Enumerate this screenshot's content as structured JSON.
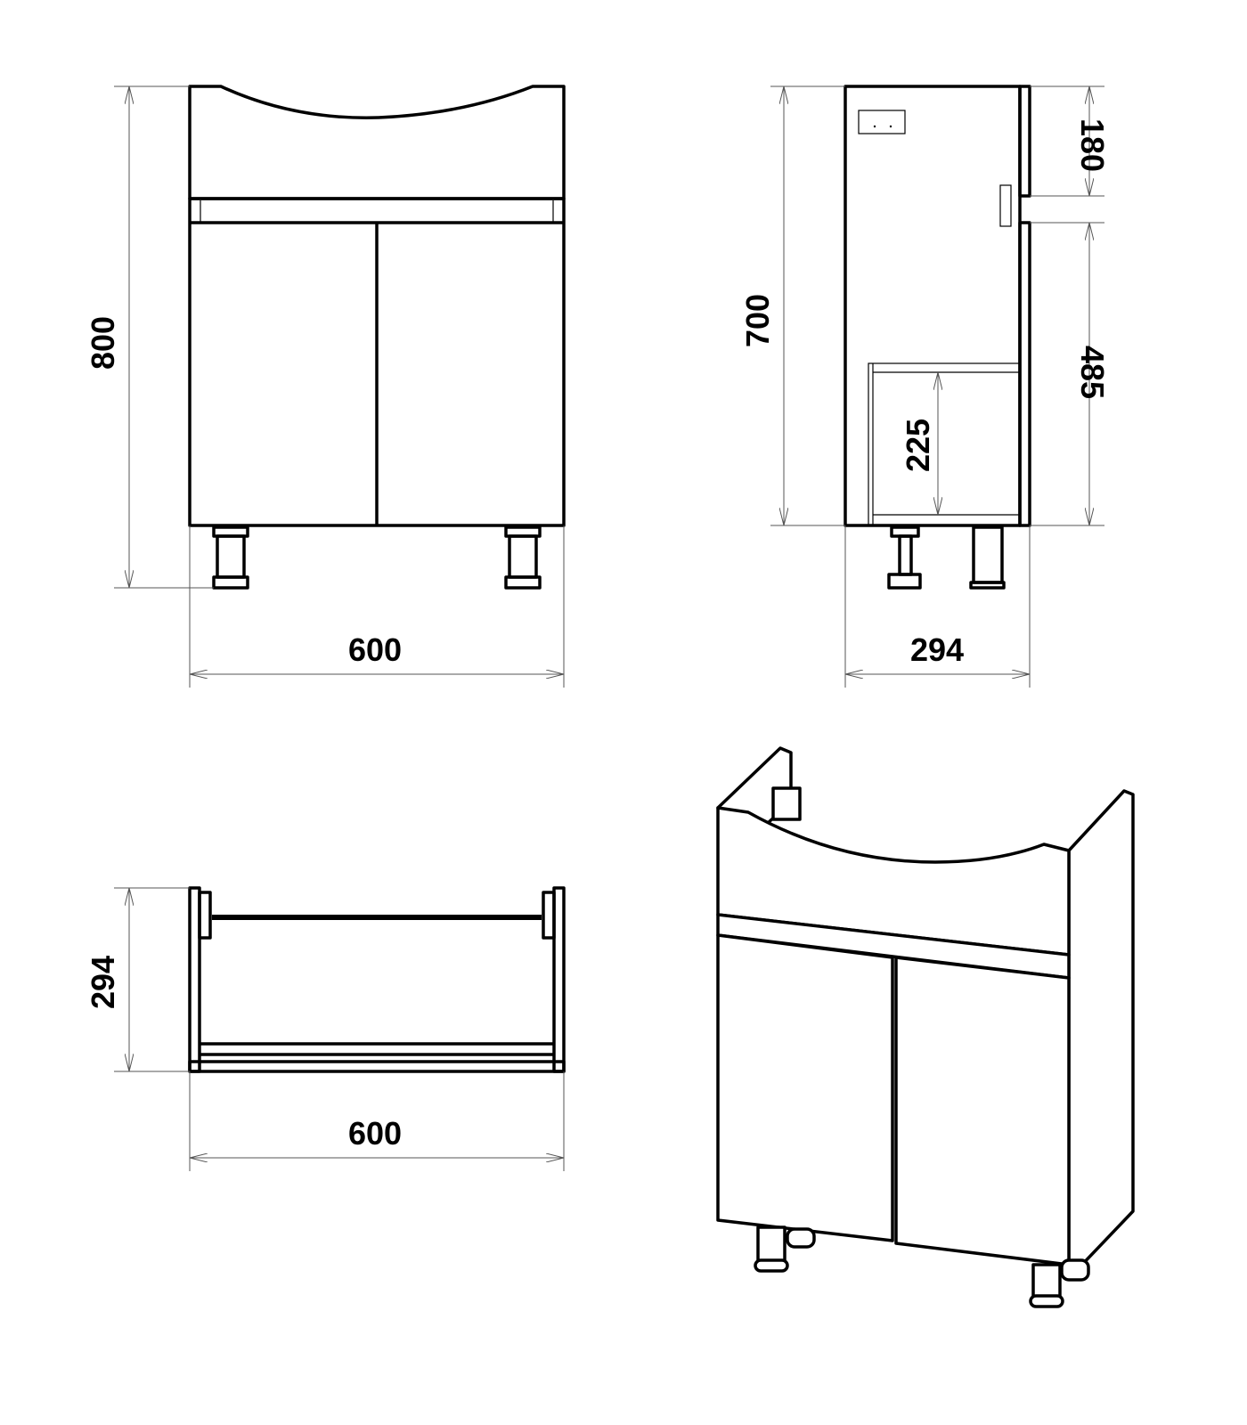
{
  "drawing": {
    "front_view": {
      "height_label": "800",
      "width_label": "600"
    },
    "side_view": {
      "height_label": "700",
      "depth_label": "294",
      "top_label": "180",
      "lower_label": "485",
      "shelf_label": "225"
    },
    "top_view": {
      "depth_label": "294",
      "width_label": "600"
    },
    "iso_view": {}
  }
}
